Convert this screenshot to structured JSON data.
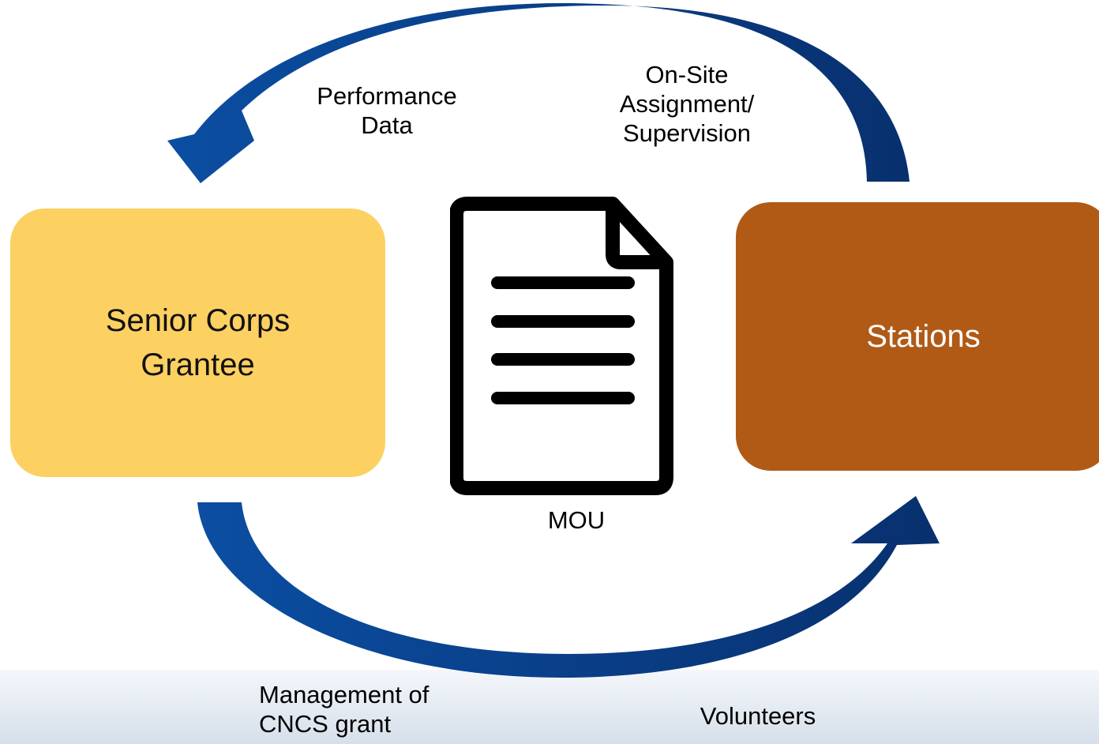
{
  "diagram": {
    "grantee": {
      "label": "Senior Corps\nGrantee"
    },
    "stations": {
      "label": "Stations"
    },
    "document": {
      "icon": "document-icon",
      "label": "MOU"
    },
    "flows": {
      "performance": "Performance\nData",
      "onsite": "On-Site\nAssignment/\nSupervision",
      "management": "Management of\nCNCS grant",
      "volunteers": "Volunteers"
    },
    "colors": {
      "arrow": "#0a3d8f",
      "grantee": "#fdd062",
      "stations": "#b05a16",
      "document": "#000000"
    }
  }
}
